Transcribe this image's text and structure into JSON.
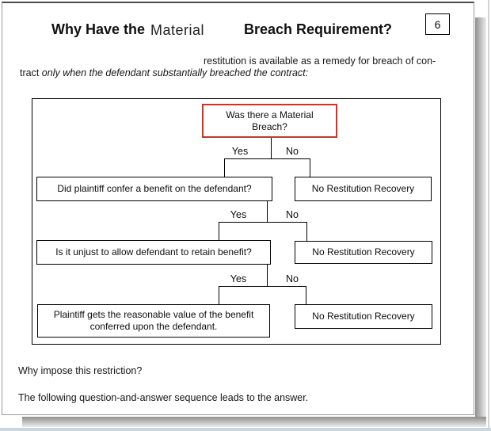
{
  "slide": {
    "page_number": "6",
    "title": {
      "prefix": "Why Have the",
      "inserted_word": "Material",
      "suffix": "Breach Requirement?"
    },
    "intro": {
      "line1": "restitution is available as a remedy for breach of con-",
      "line2_prefix": "tract ",
      "line2_italic": "only when the defendant substantially breached the contract:"
    },
    "flowchart": {
      "root_question_line1": "Was there a Material",
      "root_question_line2": "Breach?",
      "branch_labels": {
        "yes": "Yes",
        "no": "No"
      },
      "rows": [
        {
          "yes_box": "Did plaintiff confer a benefit on the defendant?",
          "no_box": "No Restitution Recovery"
        },
        {
          "yes_box": "Is it unjust to allow defendant to retain benefit?",
          "no_box": "No Restitution Recovery"
        },
        {
          "yes_box_line1": "Plaintiff gets the reasonable value of the benefit",
          "yes_box_line2": "conferred upon the defendant.",
          "no_box": "No Restitution Recovery"
        }
      ]
    },
    "footer": {
      "question": "Why impose this restriction?",
      "note": "The following question-and-answer sequence leads to the answer."
    },
    "colors": {
      "highlight_border": "#c0392b"
    }
  }
}
